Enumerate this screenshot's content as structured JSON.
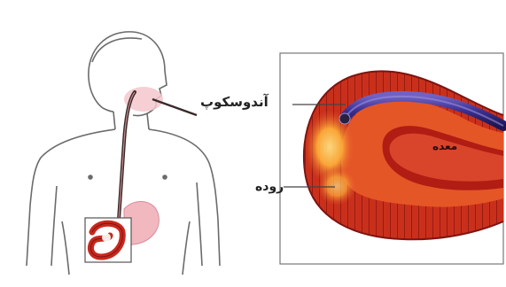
{
  "labels": {
    "endoscope": "آندوسکوپ",
    "intestine": "روده",
    "stomach": "معده"
  },
  "colors": {
    "body_outline": "#6b6b6b",
    "intestine_wall": "#c8281d",
    "intestine_inner": "#e85a2a",
    "endoscope_tube": "#3b2f8f",
    "stomach_pink": "#f2b8c0"
  }
}
